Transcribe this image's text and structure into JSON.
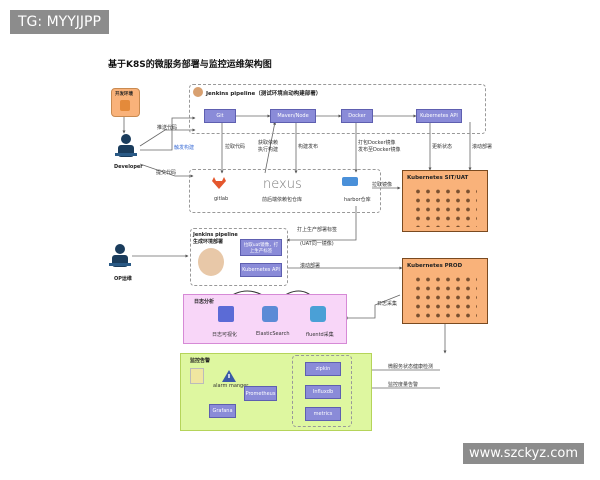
{
  "watermarks": {
    "top": "TG: MYYJJPP",
    "bottom": "www.szckyz.com"
  },
  "title": "基于K8S的微服务部署与监控运维架构图",
  "dev_env": "开发环境",
  "developer": "Developer",
  "op": "OP运维",
  "pipeline": {
    "title": "Jenkins pipeline（测试环境自动构建部署）",
    "stages": [
      "Git",
      "Maven/Node",
      "Docker",
      "Kubernetes API"
    ],
    "notes": [
      "拉取代码",
      "获取依赖\n执行构建",
      "构建发布",
      "打包Docker镜像\n发布至Docker镜像",
      "更新状态",
      "滚动部署"
    ]
  },
  "dev_arrows": {
    "local": "推送代码",
    "trigger": "触发构建",
    "submit": "提交代码"
  },
  "repos": {
    "gitlab": "gitlab",
    "nexus": "nexus",
    "nexus_caption": "前后端依赖包仓库",
    "harbor": "harbor仓库",
    "harbor_pull": "拉取镜像"
  },
  "prod_pipeline": {
    "title": "Jenkins pipeline\n生成环境部署",
    "steps": [
      "拉取uat镜像，打\n上生产标签",
      "Kubernetes  API"
    ],
    "arrows": {
      "tag": "打上生产部署标签",
      "ready": "(UAT同一镜像)",
      "rolling": "滚动部署"
    }
  },
  "k8s": {
    "uat": "Kubernetes SIT/UAT",
    "prod": "Kubernetes PROD",
    "pull": "拉取镜像"
  },
  "logging": {
    "title": "日志分析",
    "items": [
      "日志可视化",
      "ElasticSearch",
      "fluentd采集"
    ],
    "collect": "日志采集"
  },
  "monitoring": {
    "title": "监控告警",
    "alert": "alarm manger",
    "prom": "Prometheus",
    "grafana": "Grafana",
    "metrics": [
      "zipkin",
      "Influxdb",
      "metrics"
    ],
    "arrows": [
      "微服务状态健康检测",
      "监控度量告警"
    ]
  },
  "colors": {
    "stage": "#8a8bd8",
    "k8s": "#f9b27a",
    "log": "#f8d6f8",
    "mon": "#def7a0"
  }
}
